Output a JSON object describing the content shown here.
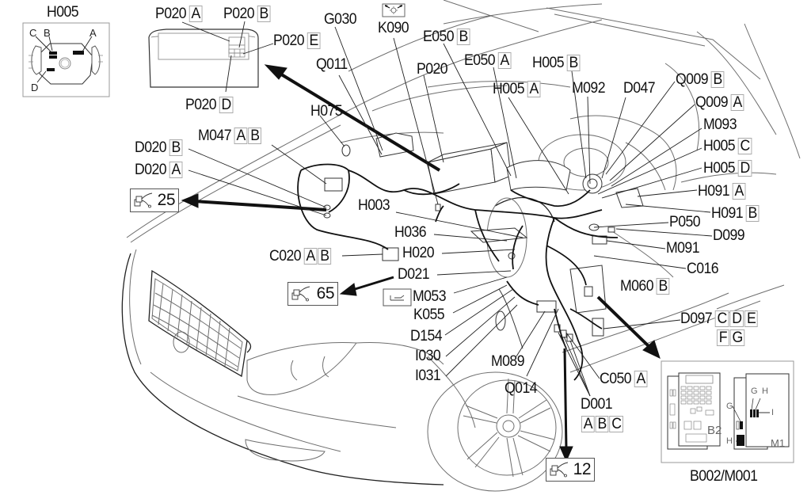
{
  "diagram": {
    "title": "Front compartment and dashboard wiring harness – component locations",
    "inset_h005": {
      "title": "H005",
      "pins": [
        "A",
        "B",
        "C",
        "D"
      ]
    },
    "inset_p020": {
      "labels": [
        {
          "code": "P020",
          "letters": [
            "A"
          ]
        },
        {
          "code": "P020",
          "letters": [
            "B"
          ]
        },
        {
          "code": "P020",
          "letters": [
            "E"
          ]
        },
        {
          "code": "P020",
          "letters": [
            "D"
          ]
        }
      ]
    },
    "inset_b002_m001": {
      "title": "B002/M001",
      "left_panel_label": "B2",
      "right_panel_label": "M1",
      "pins_right_panel": [
        "G",
        "H",
        "I"
      ],
      "pins_side": [
        "G",
        "H"
      ]
    },
    "k090_icon": "daylight-sensor-icon",
    "m053_icon": "tilt-sensor-icon",
    "references": [
      {
        "name": "ref-25",
        "number": "25",
        "icon": "connector-ground-icon"
      },
      {
        "name": "ref-65",
        "number": "65",
        "icon": "connector-ground-icon"
      },
      {
        "name": "ref-12",
        "number": "12",
        "icon": "connector-ground-icon"
      }
    ],
    "callouts": [
      {
        "code": "G030",
        "letters": []
      },
      {
        "code": "K090",
        "letters": []
      },
      {
        "code": "E050",
        "letters": [
          "B"
        ]
      },
      {
        "code": "Q011",
        "letters": []
      },
      {
        "code": "P020",
        "letters": []
      },
      {
        "code": "E050",
        "letters": [
          "A"
        ]
      },
      {
        "code": "H005",
        "letters": [
          "B"
        ]
      },
      {
        "code": "H005",
        "letters": [
          "A"
        ]
      },
      {
        "code": "M092",
        "letters": []
      },
      {
        "code": "D047",
        "letters": []
      },
      {
        "code": "Q009",
        "letters": [
          "B"
        ]
      },
      {
        "code": "Q009",
        "letters": [
          "A"
        ]
      },
      {
        "code": "M093",
        "letters": []
      },
      {
        "code": "H005",
        "letters": [
          "C"
        ]
      },
      {
        "code": "H005",
        "letters": [
          "D"
        ]
      },
      {
        "code": "H091",
        "letters": [
          "A"
        ]
      },
      {
        "code": "H091",
        "letters": [
          "B"
        ]
      },
      {
        "code": "P050",
        "letters": []
      },
      {
        "code": "D099",
        "letters": []
      },
      {
        "code": "M091",
        "letters": []
      },
      {
        "code": "C016",
        "letters": []
      },
      {
        "code": "M060",
        "letters": [
          "B"
        ]
      },
      {
        "code": "D097",
        "letters": [
          "C",
          "D",
          "E"
        ]
      },
      {
        "code": "",
        "letters": [
          "F",
          "G"
        ]
      },
      {
        "code": "C050",
        "letters": [
          "A"
        ]
      },
      {
        "code": "D001",
        "letters": []
      },
      {
        "code": "",
        "letters": [
          "A",
          "B",
          "C"
        ]
      },
      {
        "code": "M089",
        "letters": []
      },
      {
        "code": "Q014",
        "letters": []
      },
      {
        "code": "H075",
        "letters": []
      },
      {
        "code": "M047",
        "letters": [
          "A",
          "B"
        ]
      },
      {
        "code": "D020",
        "letters": [
          "B"
        ]
      },
      {
        "code": "D020",
        "letters": [
          "A"
        ]
      },
      {
        "code": "H003",
        "letters": []
      },
      {
        "code": "H036",
        "letters": []
      },
      {
        "code": "C020",
        "letters": [
          "A",
          "B"
        ]
      },
      {
        "code": "H020",
        "letters": []
      },
      {
        "code": "D021",
        "letters": []
      },
      {
        "code": "M053",
        "letters": []
      },
      {
        "code": "K055",
        "letters": []
      },
      {
        "code": "D154",
        "letters": []
      },
      {
        "code": "I030",
        "letters": []
      },
      {
        "code": "I031",
        "letters": []
      }
    ]
  }
}
